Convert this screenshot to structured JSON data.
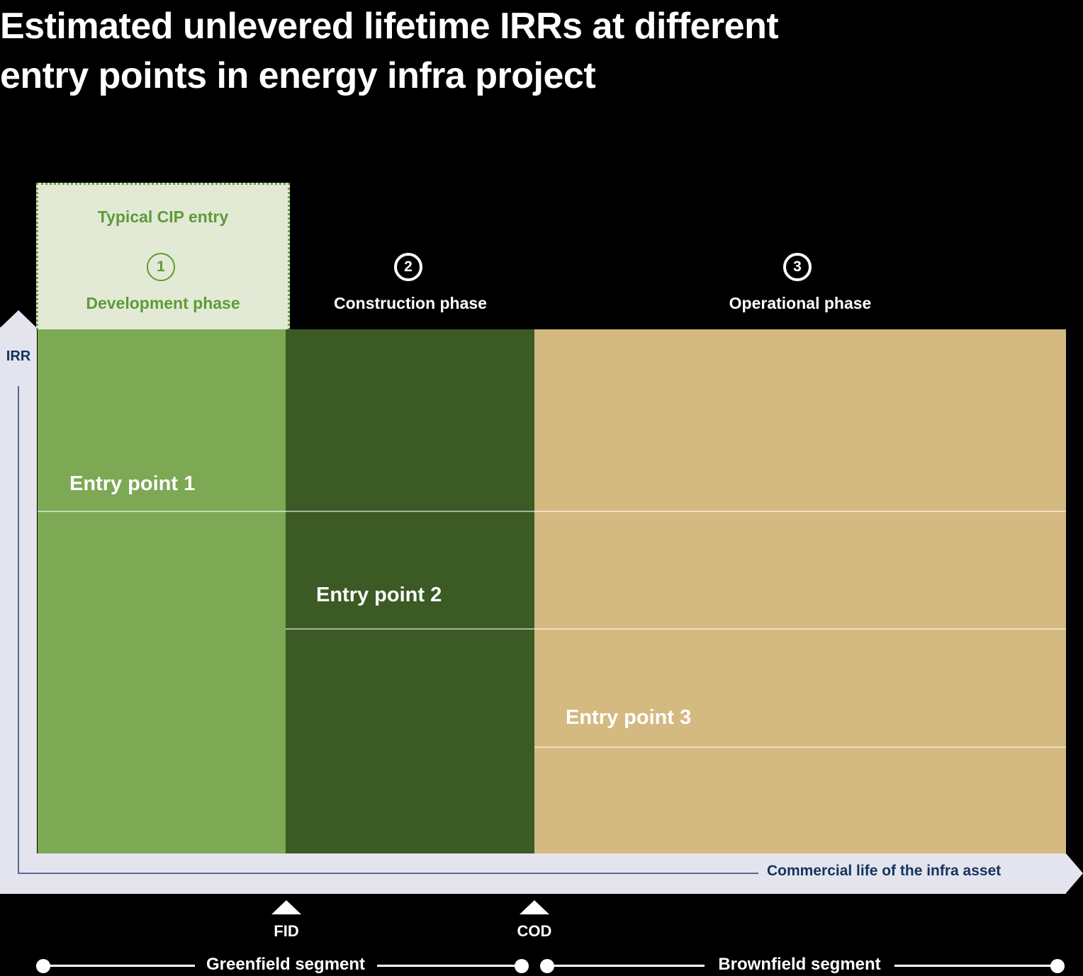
{
  "title": {
    "line1": "Estimated unlevered lifetime IRRs at different",
    "line2": "entry points in energy infra project"
  },
  "colors": {
    "background": "#000000",
    "development": "#7da854",
    "construction": "#3c5a24",
    "operational": "#d4b981",
    "cip_box": "#e2ead6",
    "cip_text": "#5f9a37",
    "axis_panel": "#e4e4ee",
    "axis_text": "#14335e"
  },
  "cip_box": {
    "title": "Typical CIP entry"
  },
  "phases": [
    {
      "number": "1",
      "label": "Development phase"
    },
    {
      "number": "2",
      "label": "Construction phase"
    },
    {
      "number": "3",
      "label": "Operational phase"
    }
  ],
  "entry_points": [
    {
      "label": "Entry point 1"
    },
    {
      "label": "Entry point 2"
    },
    {
      "label": "Entry point 3"
    }
  ],
  "axes": {
    "y_label": "IRR",
    "x_label": "Commercial life of the infra asset"
  },
  "milestones": [
    {
      "label": "FID"
    },
    {
      "label": "COD"
    }
  ],
  "segments": [
    {
      "label": "Greenfield segment"
    },
    {
      "label": "Brownfield segment"
    }
  ]
}
